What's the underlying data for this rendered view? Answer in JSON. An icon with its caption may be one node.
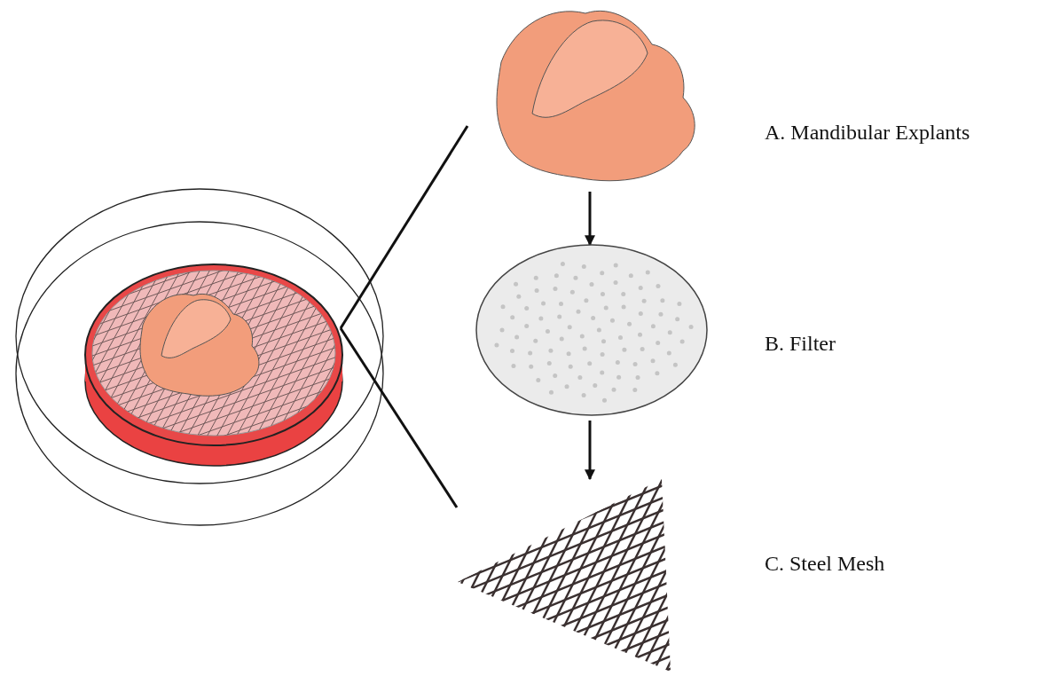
{
  "diagram": {
    "nodes": [
      {
        "text": [],
        "shape": "picture"
      },
      {
        "text": [],
        "shape": "picture",
        "beside": [
          "A. Mandibular Explants"
        ]
      },
      {
        "text": [],
        "shape": "picture",
        "beside": [
          "B. Filter"
        ]
      },
      {
        "text": [],
        "shape": "picture",
        "beside": [
          "C. Steel Mesh"
        ]
      }
    ],
    "edges": [
      {
        "from": 0,
        "to": 1,
        "arrow": "none"
      },
      {
        "from": 0,
        "to": 3,
        "arrow": "none"
      },
      {
        "from": 1,
        "to": 2,
        "arrow": "to"
      },
      {
        "from": 2,
        "to": 3,
        "arrow": "to"
      }
    ]
  }
}
